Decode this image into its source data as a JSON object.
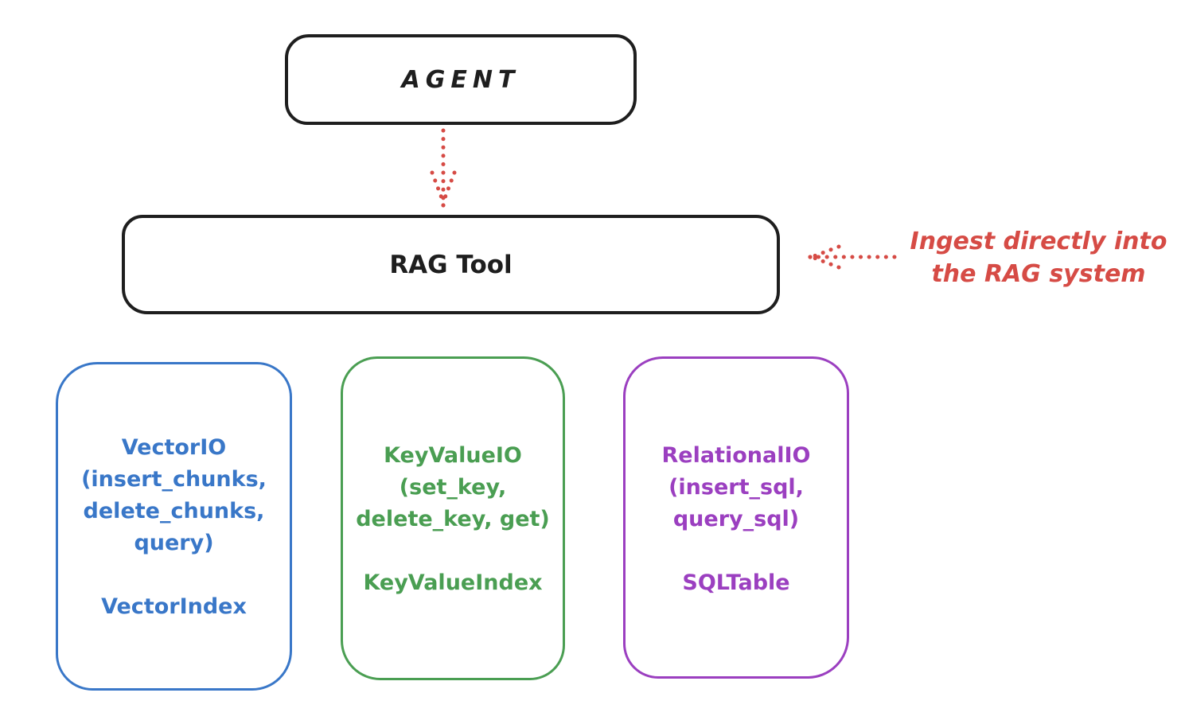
{
  "agent": {
    "label": "AGENT"
  },
  "rag_tool": {
    "label": "RAG Tool"
  },
  "annotation": {
    "line1": "Ingest directly into",
    "line2": "the RAG system"
  },
  "io_boxes": [
    {
      "name": "vector-io",
      "lines": [
        "VectorIO",
        "(insert_chunks,",
        "delete_chunks,",
        "query)"
      ],
      "index": "VectorIndex",
      "color": "#3977c8"
    },
    {
      "name": "keyvalue-io",
      "lines": [
        "KeyValueIO",
        "(set_key,",
        "delete_key, get)"
      ],
      "index": "KeyValueIndex",
      "color": "#4a9e52"
    },
    {
      "name": "relational-io",
      "lines": [
        "RelationalIO",
        "(insert_sql,",
        "query_sql)"
      ],
      "index": "SQLTable",
      "color": "#9b3fc0"
    }
  ],
  "colors": {
    "outline": "#1e1e1e",
    "red": "#d64b45",
    "blue": "#3977c8",
    "green": "#4a9e52",
    "purple": "#9b3fc0",
    "background": "#ffffff"
  }
}
